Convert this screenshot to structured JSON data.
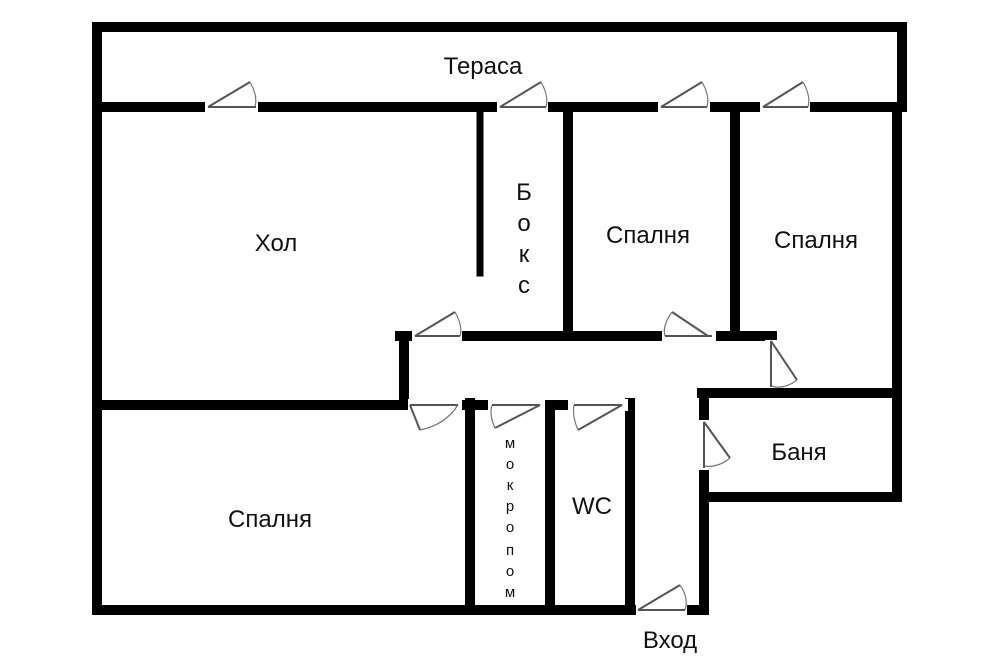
{
  "plan": {
    "rooms": {
      "terrace": "Тераса",
      "hall": "Хол",
      "box": [
        "Б",
        "о",
        "к",
        "с"
      ],
      "bedroom1": "Спалня",
      "bedroom2": "Спалня",
      "bedroom3": "Спалня",
      "bathroom": "Баня",
      "wet_room": [
        "м",
        "о",
        "к",
        "р",
        "о",
        "п",
        "о",
        "м"
      ],
      "wc": "WC",
      "entrance": "Вход"
    }
  }
}
